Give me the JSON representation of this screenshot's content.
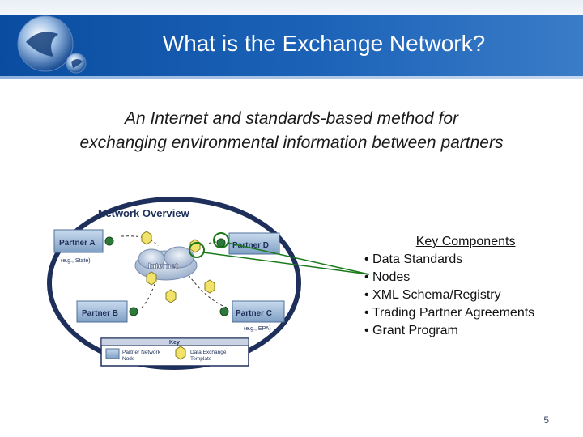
{
  "slide": {
    "title": "What is the Exchange Network?",
    "subtitle_line1": "An Internet and standards-based method for",
    "subtitle_line2": "exchanging environmental information between partners",
    "page_number": "5"
  },
  "diagram": {
    "heading": "Network Overview",
    "partner_a": "Partner A",
    "partner_a_note": "(e.g., State)",
    "partner_b": "Partner B",
    "partner_c": "Partner C",
    "partner_c_note": "(e.g., EPA)",
    "partner_d": "Partner D",
    "cloud": "Internet",
    "key_title": "Key",
    "key_node_line1": "Partner Network",
    "key_node_line2": "Node",
    "key_template_line1": "Data Exchange",
    "key_template_line2": "Template"
  },
  "components": {
    "heading": "Key Components",
    "items": [
      "• Data Standards",
      "• Nodes",
      "• XML Schema/Registry",
      "• Trading Partner Agreements",
      "• Grant Program"
    ]
  },
  "colors": {
    "header_blue": "#0a4da0",
    "node_blue": "#9db9d6",
    "template_yellow": "#f1e36a",
    "connector_green": "#1a7a1a"
  }
}
